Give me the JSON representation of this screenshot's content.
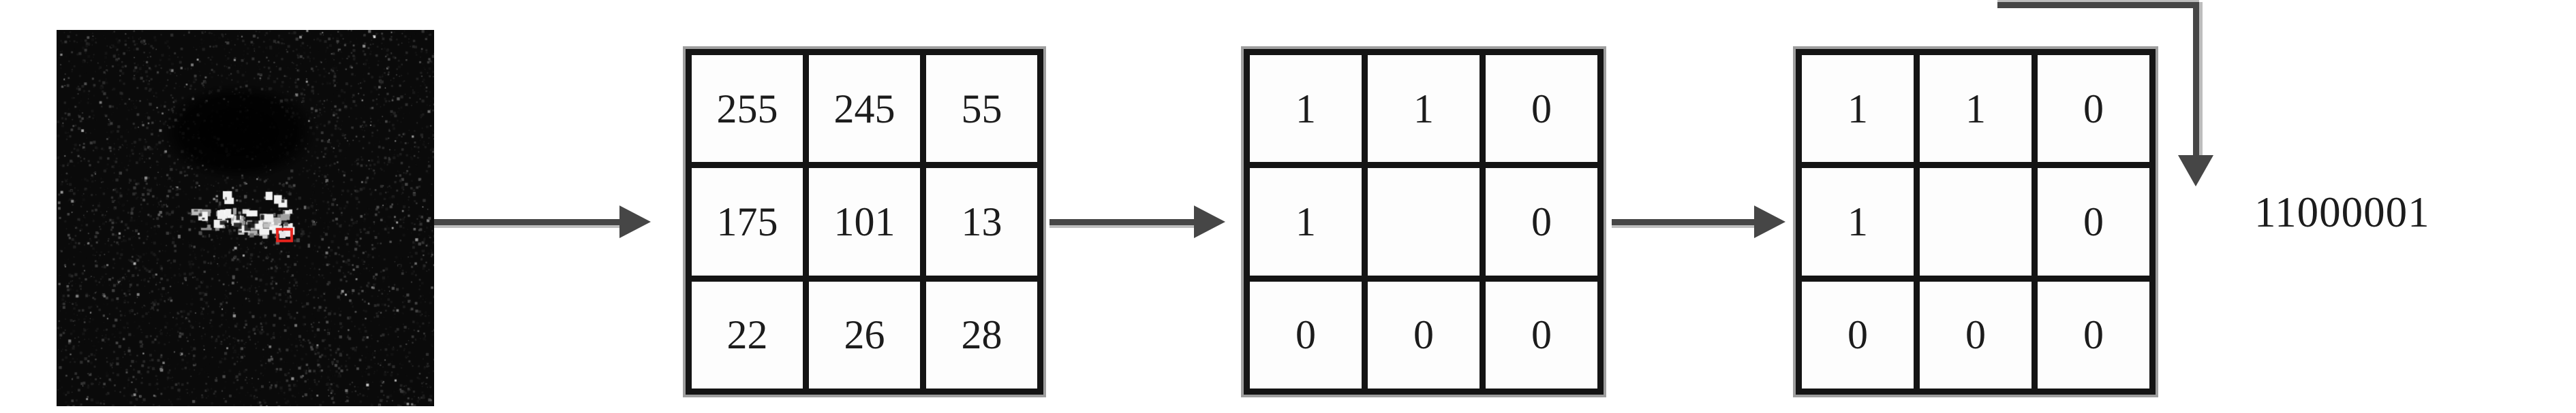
{
  "figure": {
    "sar_image": {
      "name": "sar-image",
      "background": "#0a0a0a",
      "highlight_color": "#e8231d"
    },
    "grids": [
      {
        "label": "pixel-values",
        "cells": [
          [
            "255",
            "245",
            "55"
          ],
          [
            "175",
            "101",
            "13"
          ],
          [
            "22",
            "26",
            "28"
          ]
        ]
      },
      {
        "label": "binary-threshold",
        "cells": [
          [
            "1",
            "1",
            "0"
          ],
          [
            "1",
            "",
            "0"
          ],
          [
            "0",
            "0",
            "0"
          ]
        ]
      },
      {
        "label": "binary-pattern",
        "cells": [
          [
            "1",
            "1",
            "0"
          ],
          [
            "1",
            "",
            "0"
          ],
          [
            "0",
            "0",
            "0"
          ]
        ]
      }
    ],
    "result": {
      "binary_string": "11000001"
    },
    "colors": {
      "arrow": "#464646",
      "arrow_shadow": "#b2b2b2",
      "grid_border": "#141414",
      "grid_shadow": "#9e9e9e",
      "cell_background": "#fdfdfd",
      "text": "#1c1c1c",
      "highlight": "#e8231d"
    }
  }
}
